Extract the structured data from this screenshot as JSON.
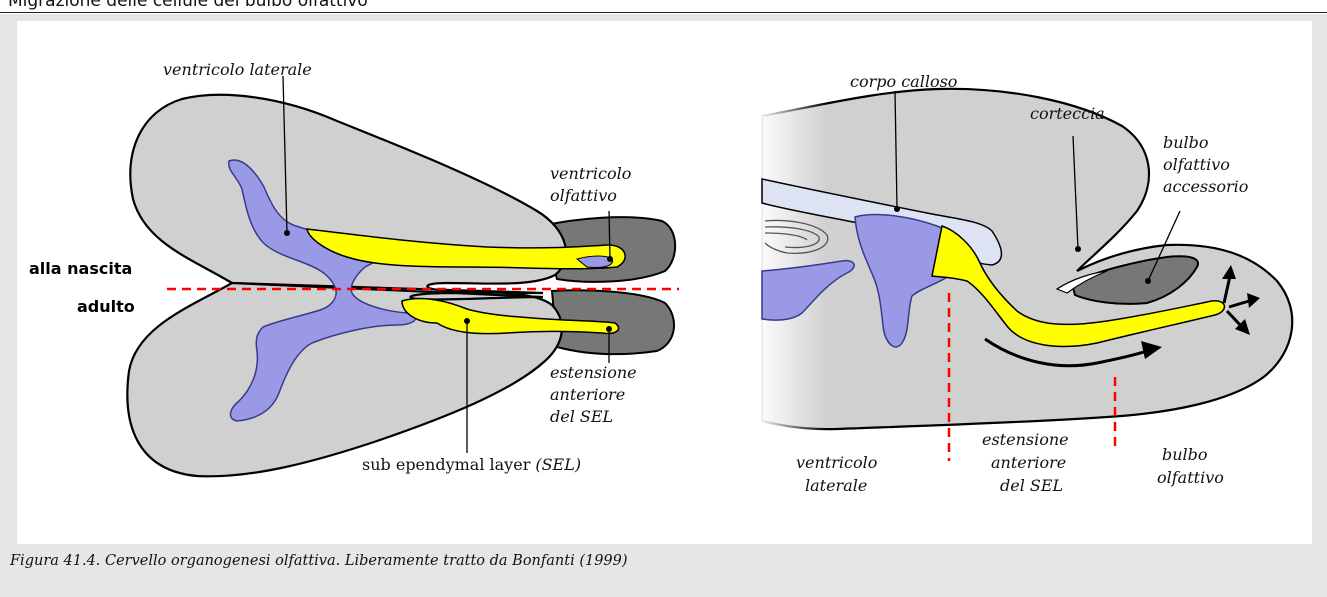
{
  "header": {
    "title": "Migrazione delle cellule del bulbo olfattivo"
  },
  "left_diagram": {
    "ventricolo_laterale": "ventricolo laterale",
    "ventricolo_olfattivo_1": "ventricolo",
    "ventricolo_olfattivo_2": "olfattivo",
    "alla_nascita": "alla nascita",
    "adulto": "adulto",
    "estensione_1": "estensione",
    "estensione_2": "anteriore",
    "estensione_3": "del SEL",
    "sub_ependymal": "sub ependymal layer",
    "sel": "(SEL)"
  },
  "right_diagram": {
    "corpo_calloso": "corpo calloso",
    "corteccia": "corteccia",
    "bulbo_acc_1": "bulbo",
    "bulbo_acc_2": "olfattivo",
    "bulbo_acc_3": "accessorio",
    "ventricolo_1": "ventricolo",
    "ventricolo_2": "laterale",
    "estensione_1": "estensione",
    "estensione_2": "anteriore",
    "estensione_3": "del SEL",
    "bulbo_1": "bulbo",
    "bulbo_2": "olfattivo"
  },
  "caption": "Figura 41.4. Cervello organogenesi olfattiva. Liberamente tratto da Bonfanti (1999)",
  "colors": {
    "tissue": "#d0d0d0",
    "bulb": "#777777",
    "ventricle": "#9999e6",
    "sel": "#ffff00",
    "callosum": "#dde3f3",
    "divider": "#ff0000"
  }
}
